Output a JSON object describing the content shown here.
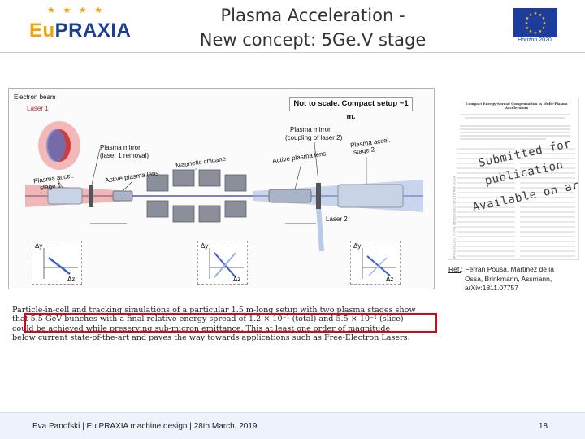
{
  "header": {
    "logo_text_eu": "Eu",
    "logo_text_rest": "PRAXIA",
    "title_line1": "Plasma Acceleration -",
    "title_line2": "New concept: 5Ge.V stage",
    "flag_caption": "Horizon 2020",
    "colors": {
      "logo_eu": "#f0a400",
      "logo_rest": "#1c3f94",
      "flag_blue": "#1d3d9c",
      "flag_star": "#ffdd00"
    }
  },
  "figure": {
    "labels": {
      "electron_beam": "Electron beam",
      "laser1": "Laser 1",
      "plasma_mirror": "Plasma mirror",
      "plasma_mirror_sub": "(laser 1 removal)",
      "plasma_accel_stage1": "Plasma accel.",
      "stage1": "stage 1",
      "active_plasma_lens": "Active plasma lens",
      "magnetic_chicane": "Magnetic chicane",
      "active_plasma_lens_2": "Active plasma lens",
      "plasma_mirror_2": "Plasma mirror",
      "plasma_mirror_2_sub": "(coupling of laser 2)",
      "plasma_accel_stage2": "Plasma accel.",
      "stage2": "stage 2",
      "laser2": "Laser 2",
      "not_to_scale": "Not to scale. Compact setup ~1 m."
    },
    "phase_space_axes": {
      "y": "Δy",
      "z": "Δz"
    },
    "colors": {
      "laser1": "#d23a3a",
      "laser2": "#8aa8d8",
      "beam": "#3a3a8a",
      "magnet": "#8a8f99"
    }
  },
  "paper": {
    "title_line": "Compact Energy-Spread Compensation in Multi-Plasma Accelerators",
    "arxiv_side": "arXiv:1811.07757v1 [physics.acc-ph] 19 Nov 2018",
    "stamp": [
      "Submitted for",
      "publication",
      "Available on arXiv"
    ]
  },
  "reference": {
    "label": "Ref.",
    "line1": ": Ferran Pousa, Martinez de la",
    "line2": "Ossa, Brinkmann, Assmann,",
    "line3": "arXiv:1811.07757"
  },
  "abstract": {
    "line1": "Particle-in-cell and tracking simulations of a particular 1.5 m-long setup with two plasma stages show",
    "line2": "that 5.5 GeV bunches with a final relative energy spread of 1.2 × 10⁻¹ (total) and 5.5 × 10⁻¹ (slice)",
    "line3": "could be achieved while preserving sub-micron emittance. This at least one order of magnitude",
    "line4": "below current state-of-the-art and paves the way towards applications such as Free-Electron Lasers."
  },
  "footer": {
    "text": "Eva Panofski | Eu.PRAXIA machine design | 28th March, 2019",
    "page": "18"
  }
}
